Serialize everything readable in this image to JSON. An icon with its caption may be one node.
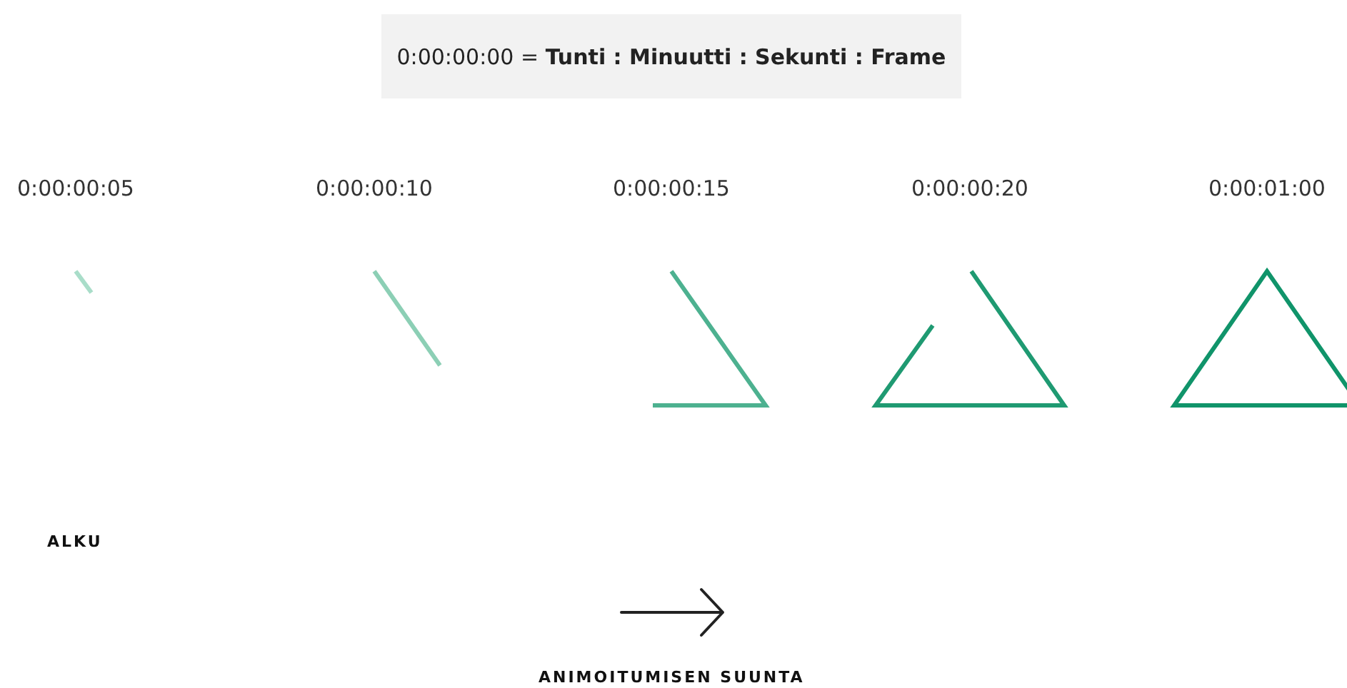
{
  "diagram": {
    "nodes": [
      {
        "text": [
          "0:00:00:00 = **Tunti : Minuutti : Sekunti : Frame**"
        ]
      }
    ],
    "labels": [
      "0:00:00:05",
      "0:00:00:10",
      "0:00:00:15",
      "0:00:00:20",
      "0:00:01:00",
      "ALKU",
      "ANIMOITUMISEN SUUNTA"
    ]
  }
}
